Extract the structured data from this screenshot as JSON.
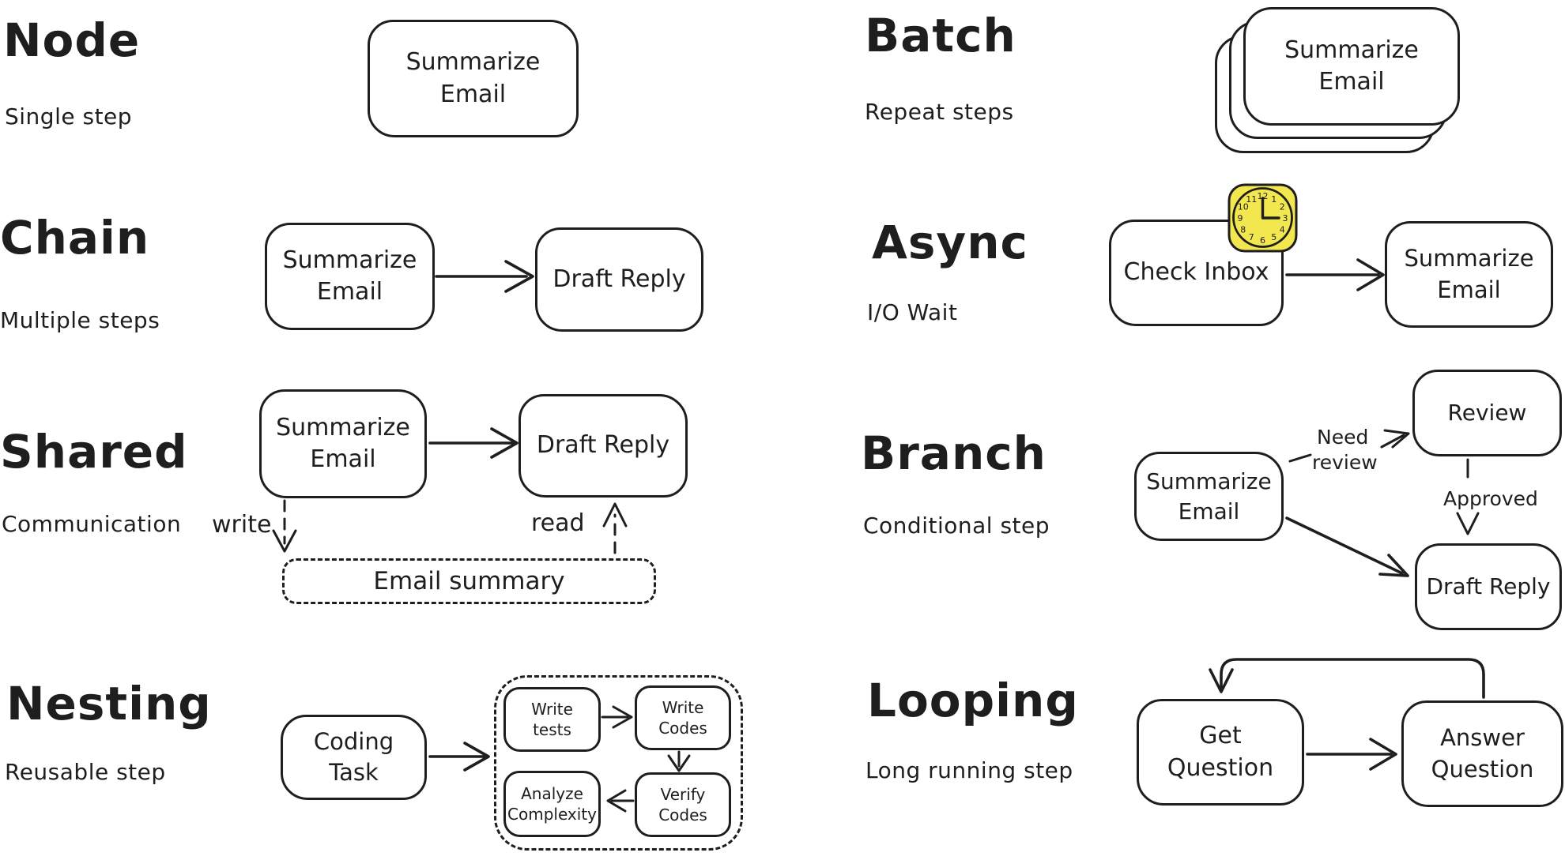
{
  "canvas": {
    "background": "#ffffff",
    "ink": "#1e1e1e",
    "clock_yellow": "#f2e74f"
  },
  "sections": {
    "node": {
      "title": "Node",
      "subtitle": "Single step",
      "box": "Summarize Email"
    },
    "chain": {
      "title": "Chain",
      "subtitle": "Multiple steps",
      "box1": "Summarize Email",
      "box2": "Draft Reply"
    },
    "shared": {
      "title": "Shared",
      "subtitle": "Communication",
      "box1": "Summarize Email",
      "box2": "Draft Reply",
      "write_label": "write",
      "read_label": "read",
      "store_label": "Email summary"
    },
    "nesting": {
      "title": "Nesting",
      "subtitle": "Reusable step",
      "task_box": "Coding Task",
      "inner": {
        "write_tests": "Write tests",
        "write_codes": "Write Codes",
        "analyze_complexity": "Analyze Complexity",
        "verify_codes": "Verify Codes"
      }
    },
    "batch": {
      "title": "Batch",
      "subtitle": "Repeat steps",
      "box": "Summarize Email"
    },
    "async": {
      "title": "Async",
      "subtitle": "I/O Wait",
      "box1": "Check Inbox",
      "box2": "Summarize Email",
      "clock_icon": "clock-showing-3-oclock",
      "clock_numbers": [
        "12",
        "1",
        "2",
        "3",
        "4",
        "5",
        "6",
        "7",
        "8",
        "9",
        "10",
        "11"
      ]
    },
    "branch": {
      "title": "Branch",
      "subtitle": "Conditional step",
      "box_start": "Summarize Email",
      "box_review": "Review",
      "box_draft": "Draft Reply",
      "label_need": "Need",
      "label_review": "review",
      "label_approved": "Approved"
    },
    "looping": {
      "title": "Looping",
      "subtitle": "Long running step",
      "box1": "Get Question",
      "box2": "Answer Question"
    }
  }
}
